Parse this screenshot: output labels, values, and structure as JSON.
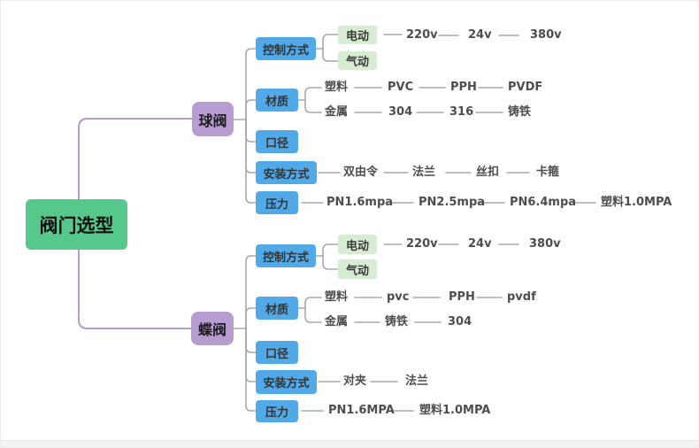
{
  "title": "阀门选型",
  "ball": {
    "label": "球阀",
    "control": {
      "label": "控制方式",
      "electric": "电动",
      "pneumatic": "气动",
      "voltages": [
        "220v",
        "24v",
        "380v"
      ]
    },
    "material": {
      "label": "材质",
      "plastic": "塑料",
      "plastic_types": [
        "PVC",
        "PPH",
        "PVDF"
      ],
      "metal": "金属",
      "metal_types": [
        "304",
        "316",
        "铸铁"
      ]
    },
    "diameter": "口径",
    "installation": {
      "label": "安装方式",
      "methods": [
        "双由令",
        "法兰",
        "丝扣",
        "卡箍"
      ]
    },
    "pressure": {
      "label": "压力",
      "ratings": [
        "PN1.6mpa",
        "PN2.5mpa",
        "PN6.4mpa",
        "塑料1.0MPA"
      ]
    }
  },
  "butterfly": {
    "label": "蝶阀",
    "control": {
      "label": "控制方式",
      "electric": "电动",
      "pneumatic": "气动",
      "voltages": [
        "220v",
        "24v",
        "380v"
      ]
    },
    "material": {
      "label": "材质",
      "plastic": "塑料",
      "plastic_types": [
        "pvc",
        "PPH",
        "pvdf"
      ],
      "metal": "金属",
      "metal_types": [
        "铸铁",
        "304"
      ]
    },
    "diameter": "口径",
    "installation": {
      "label": "安装方式",
      "methods": [
        "对夹",
        "法兰"
      ]
    },
    "pressure": {
      "label": "压力",
      "ratings": [
        "PN1.6MPA",
        "塑料1.0MPA"
      ]
    }
  },
  "colors": {
    "root_bg": "#57c88c",
    "branch_bg": "#b69cd1",
    "category_bg": "#52a9e8",
    "leaf_bg": "#d7ecd2",
    "connector": "#a9a9a9",
    "branch_connector": "#b49bd0",
    "canvas_bg": "#ffffff"
  }
}
